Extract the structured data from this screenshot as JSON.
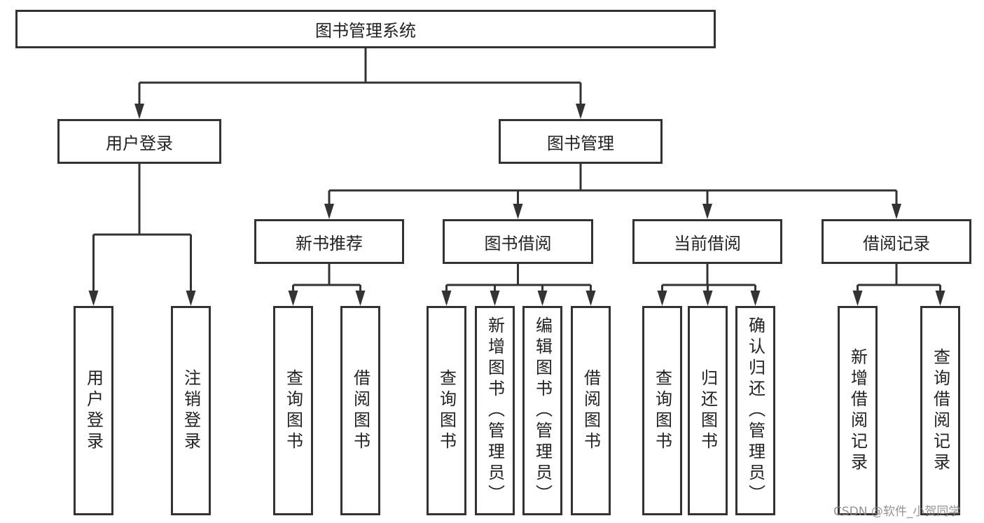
{
  "tree": {
    "label": "图书管理系统",
    "children": [
      {
        "label": "用户登录",
        "children": [
          {
            "label": "用户登录"
          },
          {
            "label": "注销登录"
          }
        ]
      },
      {
        "label": "图书管理",
        "children": [
          {
            "label": "新书推荐",
            "children": [
              {
                "label": "查询图书"
              },
              {
                "label": "借阅图书"
              }
            ]
          },
          {
            "label": "图书借阅",
            "children": [
              {
                "label": "查询图书"
              },
              {
                "label": "新增图书（管理员）"
              },
              {
                "label": "编辑图书（管理员）"
              },
              {
                "label": "借阅图书"
              }
            ]
          },
          {
            "label": "当前借阅",
            "children": [
              {
                "label": "查询图书"
              },
              {
                "label": "归还图书"
              },
              {
                "label": "确认归还（管理员）"
              }
            ]
          },
          {
            "label": "借阅记录",
            "children": [
              {
                "label": "新增借阅记录"
              },
              {
                "label": "查询借阅记录"
              }
            ]
          }
        ]
      }
    ]
  },
  "watermark": "CSDN @软件_小贺同学",
  "colors": {
    "stroke": "#333333",
    "background": "#ffffff"
  }
}
